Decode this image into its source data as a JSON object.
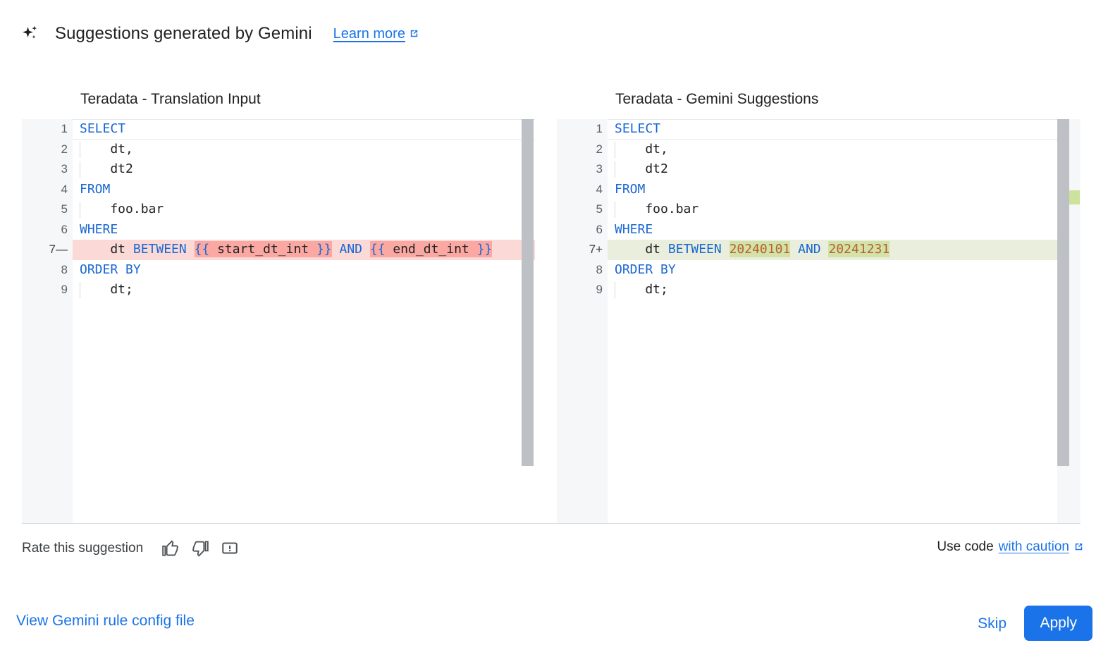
{
  "header": {
    "icon": "sparkle-icon",
    "title": "Suggestions generated by Gemini",
    "learn_more_label": "Learn more",
    "external_icon": "external-link-icon"
  },
  "diff": {
    "left": {
      "title": "Teradata - Translation Input",
      "lines": [
        {
          "num": "1",
          "marker": "",
          "state": "current",
          "indent": false,
          "tokens": [
            {
              "text": "SELECT",
              "cls": "kw"
            }
          ]
        },
        {
          "num": "2",
          "marker": "",
          "state": "",
          "indent": true,
          "tokens": [
            {
              "text": "    dt,",
              "cls": "id"
            }
          ]
        },
        {
          "num": "3",
          "marker": "",
          "state": "",
          "indent": true,
          "tokens": [
            {
              "text": "    dt2",
              "cls": "id"
            }
          ]
        },
        {
          "num": "4",
          "marker": "",
          "state": "",
          "indent": false,
          "tokens": [
            {
              "text": "FROM",
              "cls": "kw"
            }
          ]
        },
        {
          "num": "5",
          "marker": "",
          "state": "",
          "indent": true,
          "tokens": [
            {
              "text": "    foo.bar",
              "cls": "id"
            }
          ]
        },
        {
          "num": "6",
          "marker": "",
          "state": "",
          "indent": false,
          "tokens": [
            {
              "text": "WHERE",
              "cls": "kw"
            }
          ]
        },
        {
          "num": "7",
          "marker": "—",
          "state": "removed",
          "indent": false,
          "tokens": [
            {
              "text": "    dt ",
              "cls": "id"
            },
            {
              "text": "BETWEEN",
              "cls": "kw"
            },
            {
              "text": " ",
              "cls": "id"
            },
            {
              "text": "{{",
              "cls": "brc",
              "hl": "del"
            },
            {
              "text": " start_dt_int ",
              "cls": "id",
              "hl": "del"
            },
            {
              "text": "}}",
              "cls": "brc",
              "hl": "del"
            },
            {
              "text": " ",
              "cls": "id"
            },
            {
              "text": "AND",
              "cls": "kw"
            },
            {
              "text": " ",
              "cls": "id"
            },
            {
              "text": "{{",
              "cls": "brc",
              "hl": "del"
            },
            {
              "text": " end_dt_int ",
              "cls": "id",
              "hl": "del"
            },
            {
              "text": "}}",
              "cls": "brc",
              "hl": "del"
            }
          ]
        },
        {
          "num": "8",
          "marker": "",
          "state": "",
          "indent": false,
          "tokens": [
            {
              "text": "ORDER BY",
              "cls": "kw"
            }
          ]
        },
        {
          "num": "9",
          "marker": "",
          "state": "",
          "indent": true,
          "tokens": [
            {
              "text": "    dt;",
              "cls": "id"
            }
          ]
        }
      ]
    },
    "right": {
      "title": "Teradata - Gemini Suggestions",
      "lines": [
        {
          "num": "1",
          "marker": "",
          "state": "current",
          "indent": false,
          "tokens": [
            {
              "text": "SELECT",
              "cls": "kw"
            }
          ]
        },
        {
          "num": "2",
          "marker": "",
          "state": "",
          "indent": true,
          "tokens": [
            {
              "text": "    dt,",
              "cls": "id"
            }
          ]
        },
        {
          "num": "3",
          "marker": "",
          "state": "",
          "indent": true,
          "tokens": [
            {
              "text": "    dt2",
              "cls": "id"
            }
          ]
        },
        {
          "num": "4",
          "marker": "",
          "state": "",
          "indent": false,
          "tokens": [
            {
              "text": "FROM",
              "cls": "kw"
            }
          ]
        },
        {
          "num": "5",
          "marker": "",
          "state": "",
          "indent": true,
          "tokens": [
            {
              "text": "    foo.bar",
              "cls": "id"
            }
          ]
        },
        {
          "num": "6",
          "marker": "",
          "state": "",
          "indent": false,
          "tokens": [
            {
              "text": "WHERE",
              "cls": "kw"
            }
          ]
        },
        {
          "num": "7",
          "marker": "+",
          "state": "added",
          "indent": false,
          "tokens": [
            {
              "text": "    dt ",
              "cls": "id"
            },
            {
              "text": "BETWEEN",
              "cls": "kw"
            },
            {
              "text": " ",
              "cls": "id"
            },
            {
              "text": "20240101",
              "cls": "num",
              "hl": "add"
            },
            {
              "text": " ",
              "cls": "id"
            },
            {
              "text": "AND",
              "cls": "kw"
            },
            {
              "text": " ",
              "cls": "id"
            },
            {
              "text": "20241231",
              "cls": "num",
              "hl": "add"
            }
          ]
        },
        {
          "num": "8",
          "marker": "",
          "state": "",
          "indent": false,
          "tokens": [
            {
              "text": "ORDER BY",
              "cls": "kw"
            }
          ]
        },
        {
          "num": "9",
          "marker": "",
          "state": "",
          "indent": true,
          "tokens": [
            {
              "text": "    dt;",
              "cls": "id"
            }
          ]
        }
      ]
    },
    "overview_ruler": {
      "removed_color": "#f9a39c",
      "added_color": "#cbe39a"
    }
  },
  "rate": {
    "label": "Rate this suggestion",
    "thumb_up": "thumb-up-icon",
    "thumb_down": "thumb-down-icon",
    "report": "report-feedback-icon"
  },
  "caution": {
    "prefix": "Use code",
    "link_label": "with caution",
    "external_icon": "external-link-icon"
  },
  "footer": {
    "config_link": "View Gemini rule config file",
    "skip_label": "Skip",
    "apply_label": "Apply"
  },
  "colors": {
    "accent": "#1a73e8",
    "keyword": "#1967d2",
    "number": "#b7622a",
    "diff_removed_line": "#fbd9d7",
    "diff_removed_word": "#fba8a2",
    "diff_added_line": "#e9efdc",
    "diff_added_word": "#d2e2a8"
  }
}
